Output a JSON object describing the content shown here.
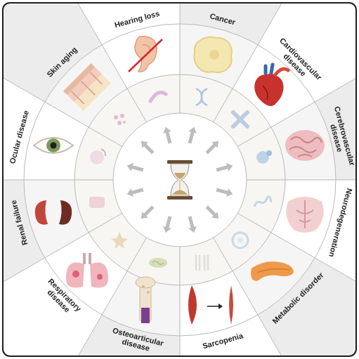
{
  "diagram": {
    "nodes": [
      {
        "text": [
          "Cancer"
        ]
      },
      {
        "text": [
          "Cardiovascular disease"
        ]
      },
      {
        "text": [
          "Cerebrovascular disease"
        ]
      },
      {
        "text": [
          "Neurodegeneration"
        ]
      },
      {
        "text": [
          "Metabolic disorder"
        ]
      },
      {
        "text": [
          "Sarcopenia"
        ]
      },
      {
        "text": [
          "Osteoarticular disease"
        ]
      },
      {
        "text": [
          "Respiratory disease"
        ]
      },
      {
        "text": [
          "Renal failure"
        ]
      },
      {
        "text": [
          "Ocular disease"
        ]
      },
      {
        "text": [
          "Skin aging"
        ]
      },
      {
        "text": [
          "Hearing loss"
        ]
      }
    ]
  }
}
